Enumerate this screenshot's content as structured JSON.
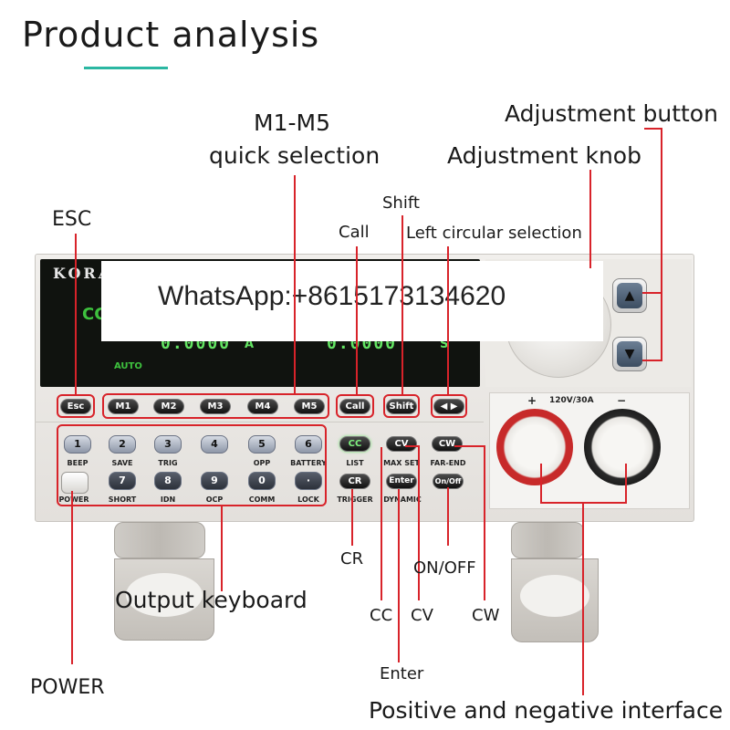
{
  "header": {
    "title": "Product analysis"
  },
  "colors": {
    "accent": "#2bb7a2",
    "callout": "#d8232a"
  },
  "callouts": {
    "m1_m5_line1": "M1-M5",
    "m1_m5_line2": "quick selection",
    "adjustment_button": "Adjustment button",
    "adjustment_knob": "Adjustment knob",
    "esc": "ESC",
    "shift": "Shift",
    "call": "Call",
    "left_circular": "Left circular selection",
    "cr": "CR",
    "on_off": "ON/OFF",
    "output_keyboard": "Output keyboard",
    "cc": "CC",
    "cv": "CV",
    "cw": "CW",
    "power": "POWER",
    "enter": "Enter",
    "positive_negative": "Positive and negative interface"
  },
  "watermark": "WhatsApp:+8615173134620",
  "display": {
    "brand": "KORA",
    "mode": "CC",
    "auto": "AUTO",
    "value1": "0.0000",
    "unit1": "A",
    "value2": "0.0000",
    "unit2": "S"
  },
  "top_keys": [
    "Esc",
    "M1",
    "M2",
    "M3",
    "M4",
    "M5",
    "Call",
    "Shift",
    "◀ ▶"
  ],
  "number_keys": {
    "row1": [
      {
        "key": "1",
        "label": "BEEP"
      },
      {
        "key": "2",
        "label": "SAVE"
      },
      {
        "key": "3",
        "label": "TRIG"
      },
      {
        "key": "4",
        "label": ""
      },
      {
        "key": "5",
        "label": "OPP"
      },
      {
        "key": "6",
        "label": "BATTERY"
      }
    ],
    "row2": [
      {
        "key": "7",
        "label": "SHORT"
      },
      {
        "key": "8",
        "label": "IDN"
      },
      {
        "key": "9",
        "label": "OCP"
      },
      {
        "key": "0",
        "label": "COMM"
      },
      {
        "key": "·",
        "label": "LOCK"
      }
    ]
  },
  "power_label": "POWER",
  "function_keys": {
    "row1": [
      {
        "key": "CC",
        "label": "LIST"
      },
      {
        "key": "CV",
        "label": "MAX SET"
      },
      {
        "key": "CW",
        "label": "FAR-END"
      }
    ],
    "row2": [
      {
        "key": "CR",
        "label": "TRIGGER"
      },
      {
        "key": "Enter",
        "label": "DYNAMIC"
      },
      {
        "key": "On/Off",
        "label": ""
      }
    ]
  },
  "terminals": {
    "rating": "120V/30A",
    "plus": "+",
    "minus": "−"
  },
  "arrows": {
    "up": "▲",
    "down": "▼"
  }
}
